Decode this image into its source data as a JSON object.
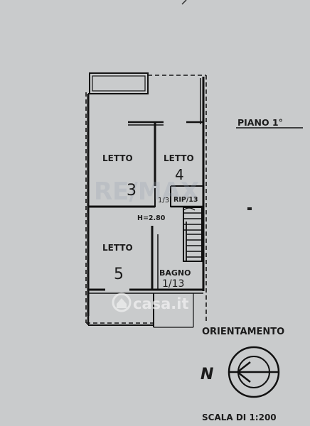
{
  "floor_title": "PIANO 1°",
  "rooms": [
    {
      "label": "LETTO",
      "number": "3"
    },
    {
      "label": "LETTO",
      "number": "4"
    },
    {
      "label": "LETTO",
      "number": "5"
    }
  ],
  "bath": {
    "label": "BAGNO",
    "number": "1/13"
  },
  "small_labels": {
    "rip": "RIP/13",
    "hall": "H=2.80",
    "stair_mark": "1/3"
  },
  "orientation": {
    "heading": "ORIENTAMENTO",
    "north_letter": "N"
  },
  "scale_label": "SCALA DI 1:200",
  "watermarks": {
    "remax": "RE/MAX",
    "casa": "casa.it"
  }
}
